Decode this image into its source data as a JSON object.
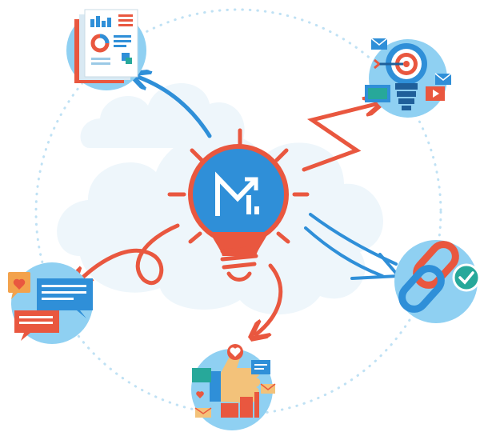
{
  "diagram": {
    "center": {
      "logo_text": "M",
      "icon": "lightbulb-logo-icon"
    },
    "nodes": [
      {
        "id": "reports",
        "icon": "report-documents-icon"
      },
      {
        "id": "targeting",
        "icon": "target-lightbulb-icon"
      },
      {
        "id": "links",
        "icon": "chain-link-check-icon"
      },
      {
        "id": "engagement",
        "icon": "thumbs-up-social-icon"
      },
      {
        "id": "messaging",
        "icon": "chat-bubbles-icon"
      }
    ],
    "colors": {
      "accent_blue": "#2f8fd8",
      "accent_red": "#e9573f",
      "node_bg": "#8fd0f2",
      "cloud": "#eef6fb",
      "ring": "#bfe1f4"
    }
  }
}
